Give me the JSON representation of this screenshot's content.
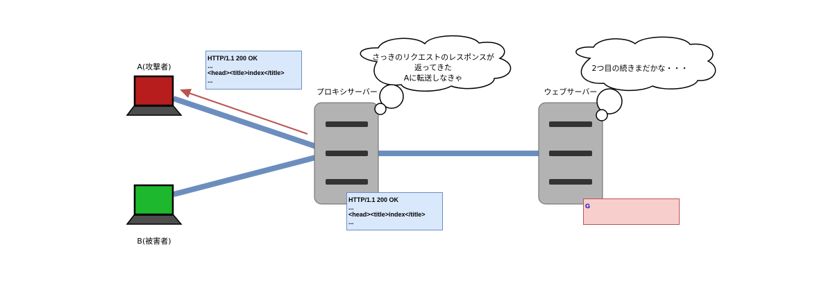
{
  "colors": {
    "link": "#6c8ebf",
    "arrow": "#b85450",
    "attacker": "#b81d1d",
    "victim": "#1db82d",
    "server": "#b3b3b3",
    "note_fill": "#dae8fc",
    "note_border": "#6c8ebf",
    "red_note_fill": "#f8cecc"
  },
  "nodes": {
    "attacker_label": "A(攻撃者)",
    "victim_label": "B(被害者)",
    "proxy_label": "プロキシサーバー",
    "web_label": "ウェブサーバー"
  },
  "thoughts": {
    "proxy_lines": [
      "さっきのリクエストのレスポンスが",
      "返ってきた",
      "Aに転送しなきゃ"
    ],
    "web_line": "2つ目の続きまだかな・・・"
  },
  "notes": {
    "response_to_attacker": "HTTP/1.1 200 OK\n...\n<head><title>index</title>\n...",
    "response_at_proxy": "HTTP/1.1 200 OK\n...\n<head><title>index</title>\n...",
    "pending_request": "G"
  },
  "icons": [
    "laptop-icon",
    "server-icon",
    "thought-cloud-icon",
    "arrow-icon"
  ]
}
